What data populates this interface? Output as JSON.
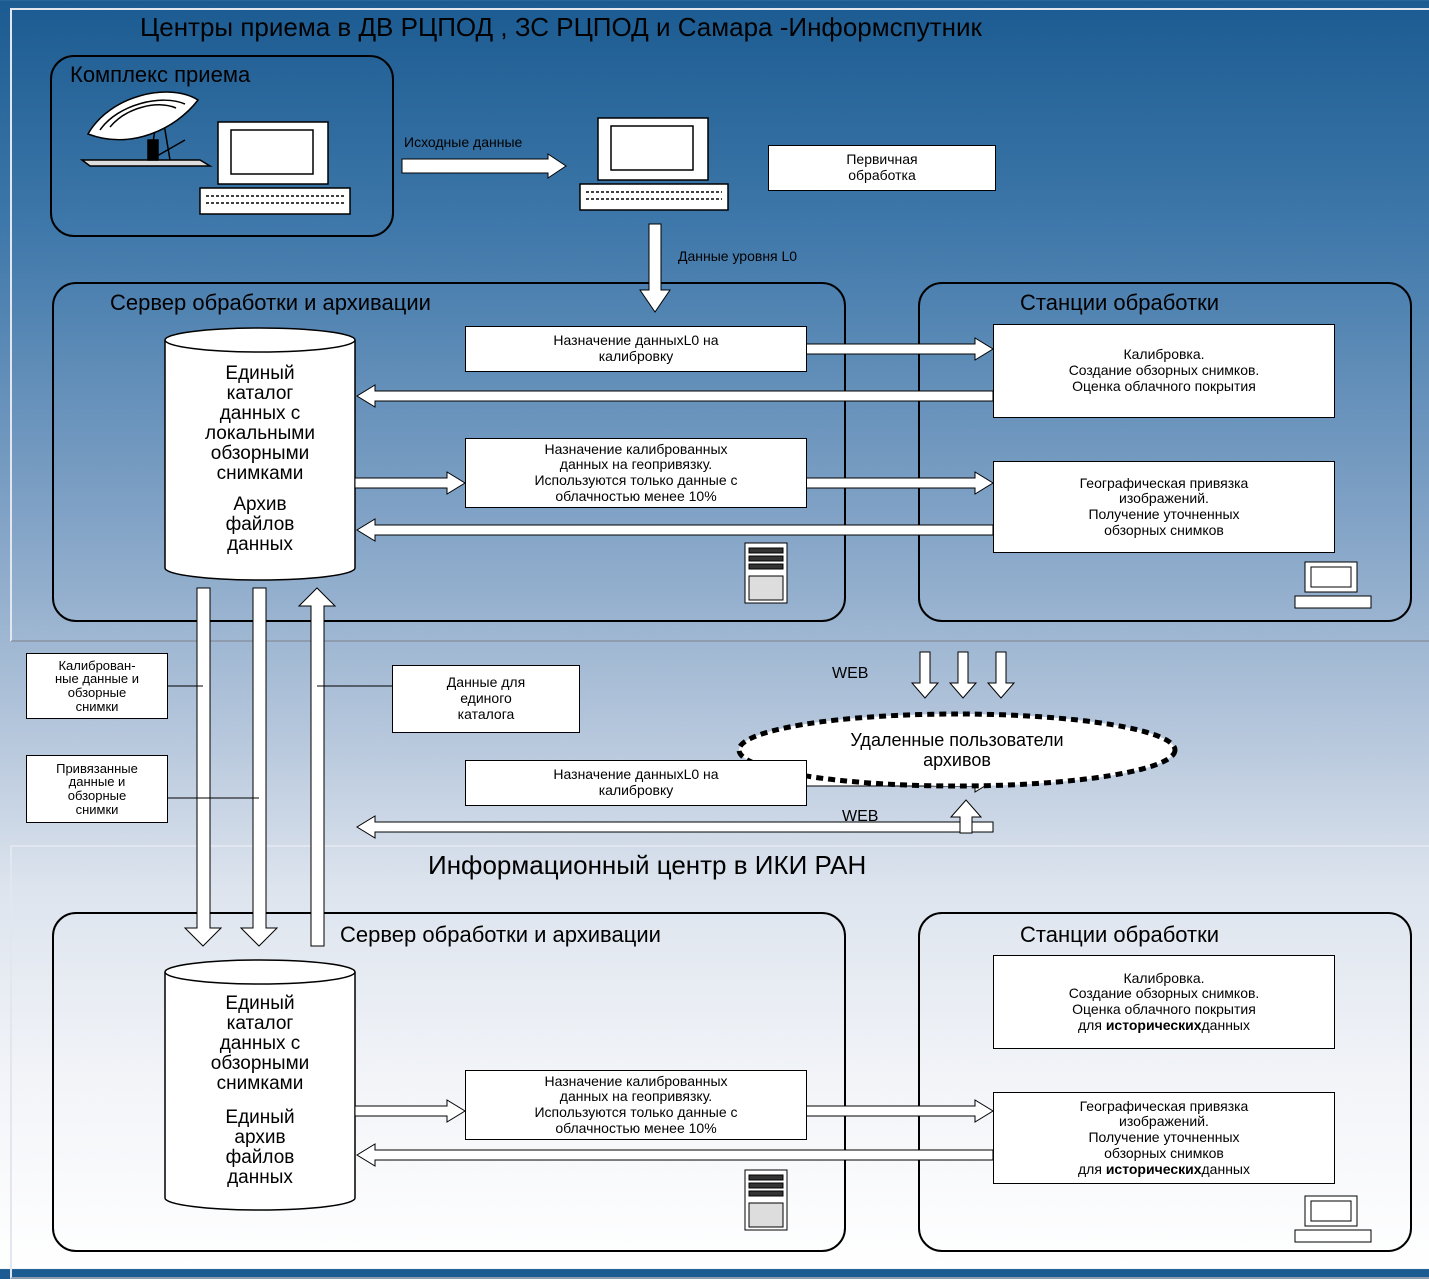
{
  "top_title": "Центры приема в ДВ РЦПОД , ЗС РЦПОД и Самара -Информспутник",
  "reception": {
    "title": "Комплекс приема",
    "arrow_label": "Исходные данные",
    "primary_box": "Первичная\nобработка",
    "l0_label": "Данные уровня L0"
  },
  "top_server": {
    "title": "Сервер обработки и архивации",
    "catalog_text": "Единый\nкаталог\nданных с\nлокальными\nобзорными\nснимками",
    "archive_text": "Архив\nфайлов\nданных",
    "task1": "Назначение данныхL0 на\nкалибровку",
    "task2": "Назначение калиброванных\nданных на геопривязку.\nИспользуются только данные с\nоблачностью менее 10%"
  },
  "top_stations": {
    "title": "Станции обработки",
    "box1": "Калибровка.\nСоздание обзорных снимков.\nОценка облачного покрытия",
    "box2": "Географическая привязка\nизображений.\nПолучение уточненных\nобзорных снимков"
  },
  "middle": {
    "calibrated_box": "Калиброван-\nные данные и\nобзорные\nснимки",
    "referenced_box": "Привязанные\nданные и\nобзорные\nснимки",
    "catalog_data_box": "Данные для\nединого\nкаталога",
    "web_top": "WEB",
    "web_bottom": "WEB",
    "users": "Удаленные пользователи\nархивов"
  },
  "bottom_title": "Информационный центр в ИКИ РАН",
  "bottom_server": {
    "title": "Сервер обработки и архивации",
    "catalog_text": "Единый\nкаталог\nданных с\nобзорными\nснимками",
    "archive_text": "Единый\nархив\nфайлов\nданных",
    "task1": "Назначение данныхL0 на\nкалибровку",
    "task2": "Назначение калиброванных\nданных на геопривязку.\nИспользуются только данные с\nоблачностью менее 10%"
  },
  "bottom_stations": {
    "title": "Станции обработки",
    "box1_main": "Калибровка.\nСоздание обзорных снимков.\nОценка облачного покрытия",
    "box1_pre": "для ",
    "box1_bold": "исторических",
    "box1_post": "данных",
    "box2_main": "Географическая привязка\nизображений.\nПолучение уточненных\nобзорных снимков",
    "box2_pre": "для ",
    "box2_bold": "исторических",
    "box2_post": "данных"
  },
  "colors": {
    "background_top": "#1b5b91",
    "background_bottom": "#ffffff",
    "panel_border": "#e2e6ee",
    "line": "#000000"
  }
}
